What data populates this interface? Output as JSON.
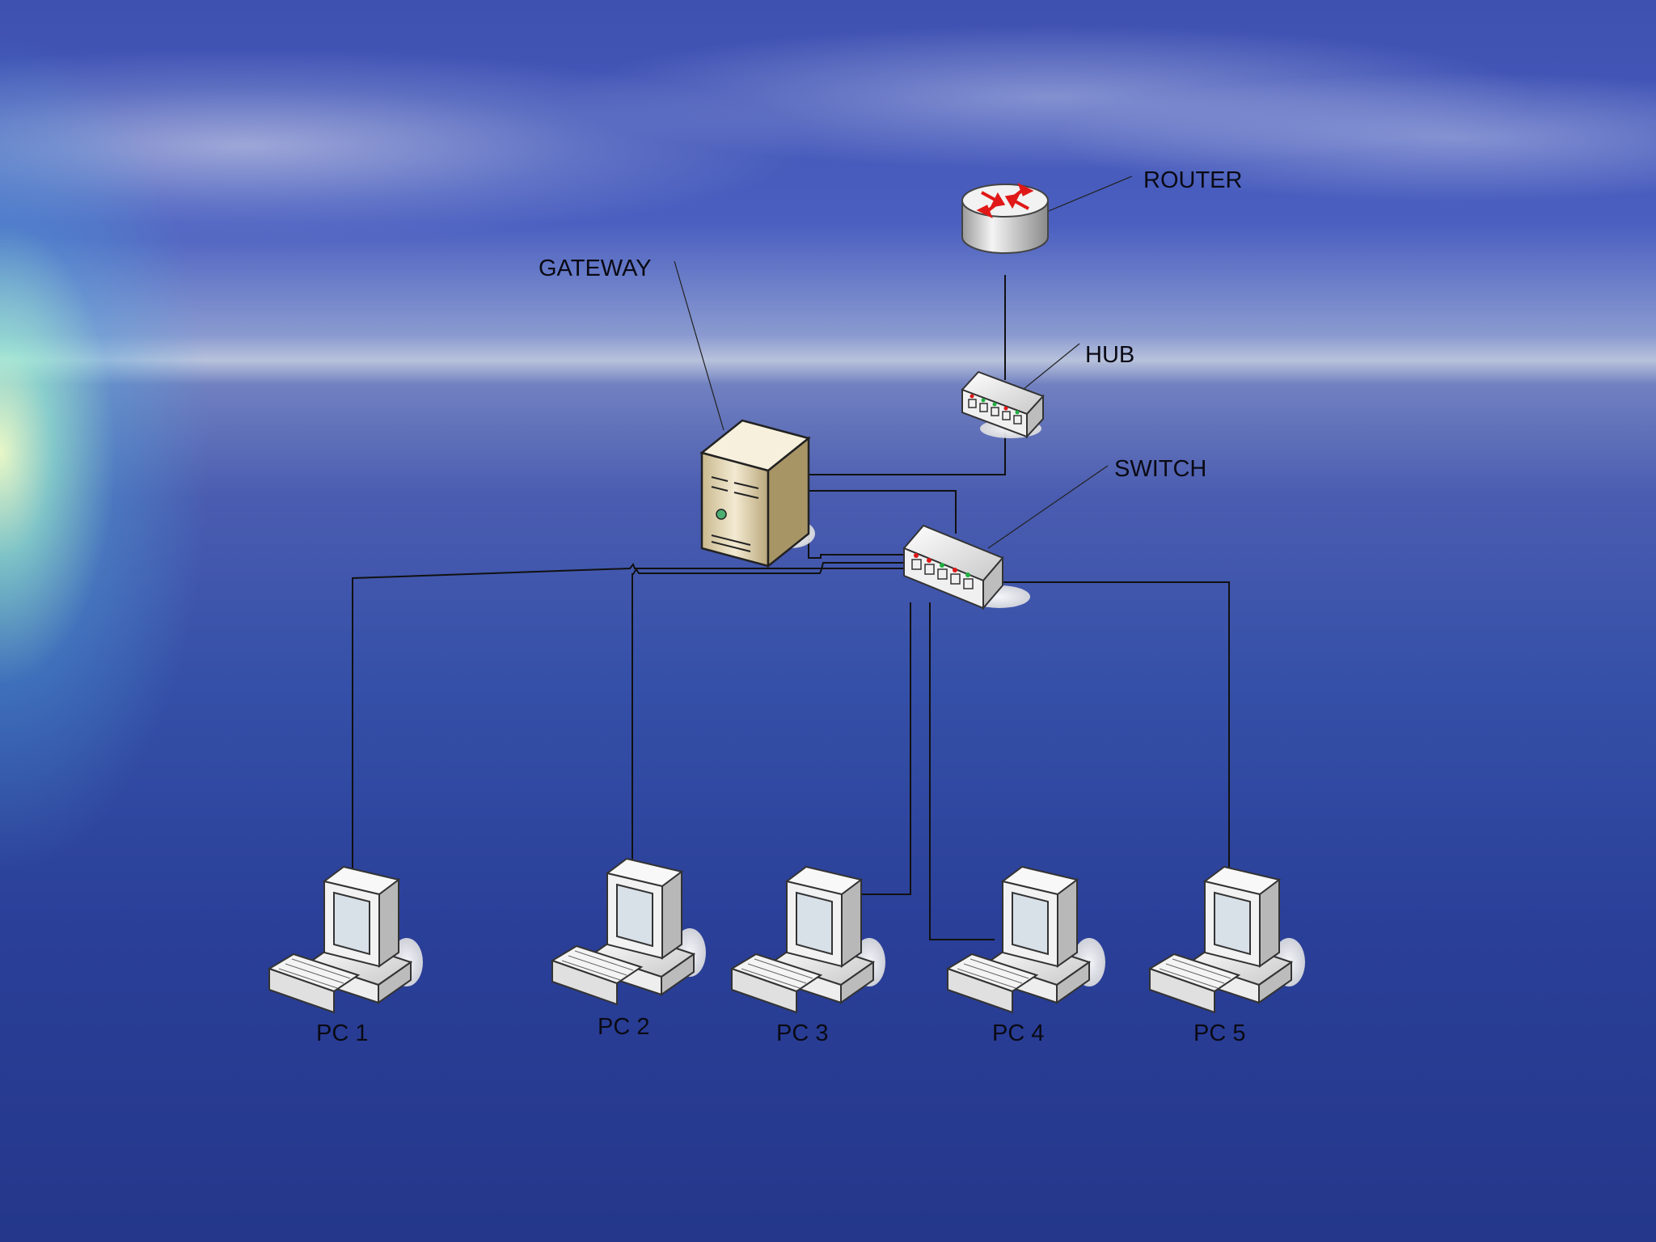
{
  "devices": {
    "router": "ROUTER",
    "gateway": "GATEWAY",
    "hub": "HUB",
    "switch": "SWITCH"
  },
  "pcs": [
    "PC 1",
    "PC 2",
    "PC 3",
    "PC 4",
    "PC 5"
  ],
  "colors": {
    "cable": "#111111",
    "router_arrows": "#e01818",
    "server_body": "#e6d8b4"
  }
}
